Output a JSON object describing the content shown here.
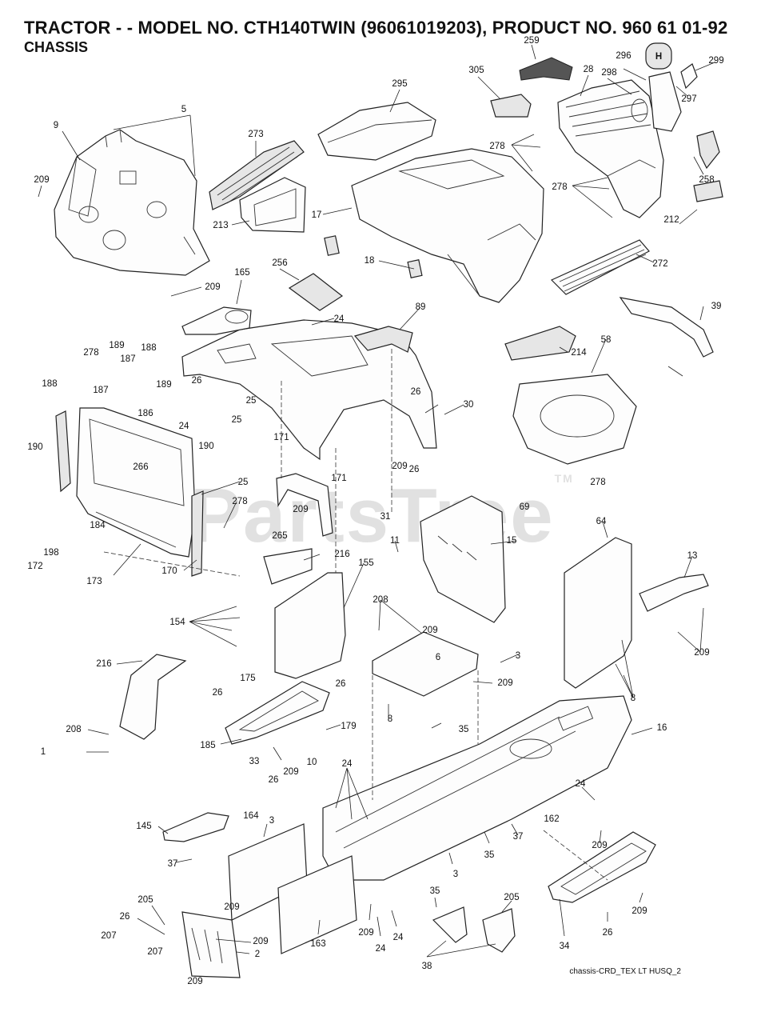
{
  "header": {
    "title": "TRACTOR - - MODEL NO. CTH140TWIN (96061019203), PRODUCT NO. 960 61 01-92",
    "subtitle": "CHASSIS"
  },
  "watermark": {
    "text": "PartsTree",
    "tm": "TM"
  },
  "footer": {
    "code": "chassis-CRD_TEX LT HUSQ_2"
  },
  "logo": {
    "letter": "H"
  },
  "callouts": [
    {
      "id": "c1",
      "label": "9"
    },
    {
      "id": "c2",
      "label": "5"
    },
    {
      "id": "c3",
      "label": "209"
    },
    {
      "id": "c4",
      "label": "273"
    },
    {
      "id": "c5",
      "label": "213"
    },
    {
      "id": "c6",
      "label": "295"
    },
    {
      "id": "c7",
      "label": "17"
    },
    {
      "id": "c8",
      "label": "18"
    },
    {
      "id": "c9",
      "label": "259"
    },
    {
      "id": "c10",
      "label": "305"
    },
    {
      "id": "c11",
      "label": "28"
    },
    {
      "id": "c12",
      "label": "296"
    },
    {
      "id": "c13",
      "label": "298"
    },
    {
      "id": "c14",
      "label": "299"
    },
    {
      "id": "c15",
      "label": "297"
    },
    {
      "id": "c16",
      "label": "278"
    },
    {
      "id": "c17",
      "label": "278"
    },
    {
      "id": "c18",
      "label": "258"
    },
    {
      "id": "c19",
      "label": "212"
    },
    {
      "id": "c20",
      "label": "272"
    },
    {
      "id": "c21",
      "label": "209"
    },
    {
      "id": "c22",
      "label": "165"
    },
    {
      "id": "c23",
      "label": "256"
    },
    {
      "id": "c24",
      "label": "24"
    },
    {
      "id": "c25",
      "label": "89"
    },
    {
      "id": "c26",
      "label": "39"
    },
    {
      "id": "c27",
      "label": "214"
    },
    {
      "id": "c28",
      "label": "58"
    },
    {
      "id": "c29",
      "label": "278"
    },
    {
      "id": "c30",
      "label": "189"
    },
    {
      "id": "c31",
      "label": "188"
    },
    {
      "id": "c32",
      "label": "188"
    },
    {
      "id": "c33",
      "label": "187"
    },
    {
      "id": "c34",
      "label": "187"
    },
    {
      "id": "c35",
      "label": "186"
    },
    {
      "id": "c36",
      "label": "189"
    },
    {
      "id": "c37",
      "label": "26"
    },
    {
      "id": "c38",
      "label": "25"
    },
    {
      "id": "c39",
      "label": "25"
    },
    {
      "id": "c40",
      "label": "26"
    },
    {
      "id": "c41",
      "label": "30"
    },
    {
      "id": "c42",
      "label": "24"
    },
    {
      "id": "c43",
      "label": "190"
    },
    {
      "id": "c44",
      "label": "190"
    },
    {
      "id": "c45",
      "label": "266"
    },
    {
      "id": "c46",
      "label": "171"
    },
    {
      "id": "c47",
      "label": "209"
    },
    {
      "id": "c48",
      "label": "26"
    },
    {
      "id": "c49",
      "label": "25"
    },
    {
      "id": "c50",
      "label": "171"
    },
    {
      "id": "c51",
      "label": "209"
    },
    {
      "id": "c52",
      "label": "31"
    },
    {
      "id": "c53",
      "label": "69"
    },
    {
      "id": "c54",
      "label": "278"
    },
    {
      "id": "c55",
      "label": "278"
    },
    {
      "id": "c56",
      "label": "184"
    },
    {
      "id": "c57",
      "label": "198"
    },
    {
      "id": "c58",
      "label": "172"
    },
    {
      "id": "c59",
      "label": "173"
    },
    {
      "id": "c60",
      "label": "170"
    },
    {
      "id": "c61",
      "label": "265"
    },
    {
      "id": "c62",
      "label": "216"
    },
    {
      "id": "c63",
      "label": "155"
    },
    {
      "id": "c64",
      "label": "11"
    },
    {
      "id": "c65",
      "label": "15"
    },
    {
      "id": "c66",
      "label": "64"
    },
    {
      "id": "c67",
      "label": "13"
    },
    {
      "id": "c68",
      "label": "154"
    },
    {
      "id": "c69",
      "label": "208"
    },
    {
      "id": "c70",
      "label": "209"
    },
    {
      "id": "c71",
      "label": "6"
    },
    {
      "id": "c72",
      "label": "3"
    },
    {
      "id": "c73",
      "label": "209"
    },
    {
      "id": "c74",
      "label": "216"
    },
    {
      "id": "c75",
      "label": "175"
    },
    {
      "id": "c76",
      "label": "26"
    },
    {
      "id": "c77",
      "label": "26"
    },
    {
      "id": "c78",
      "label": "209"
    },
    {
      "id": "c79",
      "label": "8"
    },
    {
      "id": "c80",
      "label": "8"
    },
    {
      "id": "c81",
      "label": "208"
    },
    {
      "id": "c82",
      "label": "179"
    },
    {
      "id": "c83",
      "label": "35"
    },
    {
      "id": "c84",
      "label": "16"
    },
    {
      "id": "c85",
      "label": "1"
    },
    {
      "id": "c86",
      "label": "185"
    },
    {
      "id": "c87",
      "label": "33"
    },
    {
      "id": "c88",
      "label": "10"
    },
    {
      "id": "c89",
      "label": "24"
    },
    {
      "id": "c90",
      "label": "26"
    },
    {
      "id": "c91",
      "label": "209"
    },
    {
      "id": "c92",
      "label": "24"
    },
    {
      "id": "c93",
      "label": "145"
    },
    {
      "id": "c94",
      "label": "164"
    },
    {
      "id": "c95",
      "label": "3"
    },
    {
      "id": "c96",
      "label": "162"
    },
    {
      "id": "c97",
      "label": "37"
    },
    {
      "id": "c98",
      "label": "209"
    },
    {
      "id": "c99",
      "label": "37"
    },
    {
      "id": "c100",
      "label": "3"
    },
    {
      "id": "c101",
      "label": "35"
    },
    {
      "id": "c102",
      "label": "35"
    },
    {
      "id": "c103",
      "label": "205"
    },
    {
      "id": "c104",
      "label": "205"
    },
    {
      "id": "c105",
      "label": "209"
    },
    {
      "id": "c106",
      "label": "26"
    },
    {
      "id": "c107",
      "label": "207"
    },
    {
      "id": "c108",
      "label": "209"
    },
    {
      "id": "c109",
      "label": "209"
    },
    {
      "id": "c110",
      "label": "24"
    },
    {
      "id": "c111",
      "label": "24"
    },
    {
      "id": "c112",
      "label": "209"
    },
    {
      "id": "c113",
      "label": "26"
    },
    {
      "id": "c114",
      "label": "207"
    },
    {
      "id": "c115",
      "label": "2"
    },
    {
      "id": "c116",
      "label": "163"
    },
    {
      "id": "c117",
      "label": "38"
    },
    {
      "id": "c118",
      "label": "34"
    },
    {
      "id": "c119",
      "label": "209"
    }
  ]
}
